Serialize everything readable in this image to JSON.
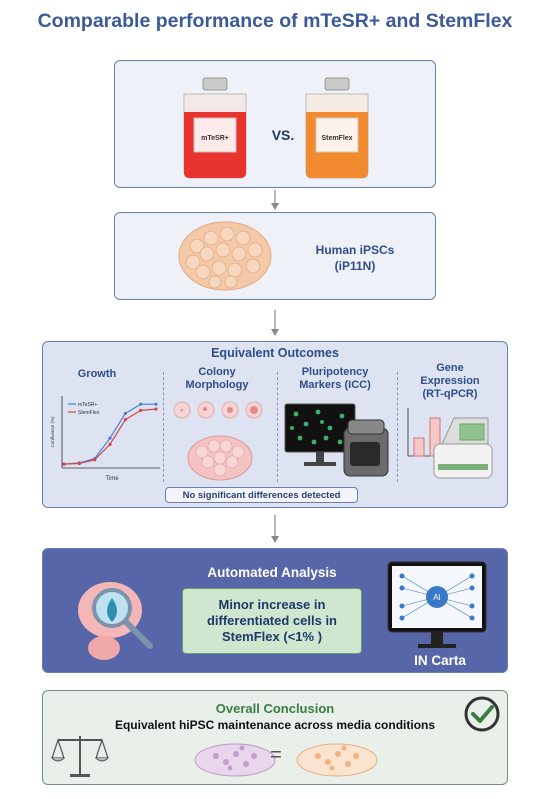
{
  "title": "Comparable performance of mTeSR+ and StemFlex",
  "media": {
    "bottle1_label": "mTeSR+",
    "bottle2_label": "StemFlex",
    "vs": "VS."
  },
  "cells": {
    "line1": "Human iPSCs",
    "line2": "(iP11N)"
  },
  "outcomes": {
    "heading": "Equivalent Outcomes",
    "growth": "Growth",
    "colony_line1": "Colony",
    "colony_line2": "Morphology",
    "pluri_line1": "Pluripotency",
    "pluri_line2": "Markers (ICC)",
    "gene_line1": "Gene",
    "gene_line2": "Expression",
    "gene_line3": "(RT-qPCR)",
    "note": "No significant differences detected"
  },
  "chart_data": {
    "type": "line",
    "xlabel": "Time",
    "ylabel": "Confluence (%)",
    "x": [
      1,
      2,
      3,
      4,
      5,
      6,
      7
    ],
    "series": [
      {
        "name": "mTeSR+",
        "color": "#4a7fd4",
        "values": [
          3,
          5,
          12,
          45,
          85,
          100,
          100
        ]
      },
      {
        "name": "StemFlex",
        "color": "#d24a4a",
        "values": [
          3,
          4,
          10,
          35,
          75,
          90,
          92
        ]
      }
    ],
    "ylim": [
      0,
      110
    ],
    "legend": "top-left"
  },
  "analysis": {
    "heading": "Automated Analysis",
    "finding_line1": "Minor increase in",
    "finding_line2": "differentiated cells in",
    "finding_line3": "StemFlex (<1% )",
    "monitor_label": "IN Carta",
    "ai_label": "AI"
  },
  "conclusion": {
    "heading": "Overall Conclusion",
    "text": "Equivalent hiPSC maintenance across media conditions",
    "equals": "="
  },
  "colors": {
    "title": "#3b5a9a",
    "red_medium": "#e8332e",
    "orange_medium": "#f28a30",
    "check_green": "#3a7d44"
  }
}
